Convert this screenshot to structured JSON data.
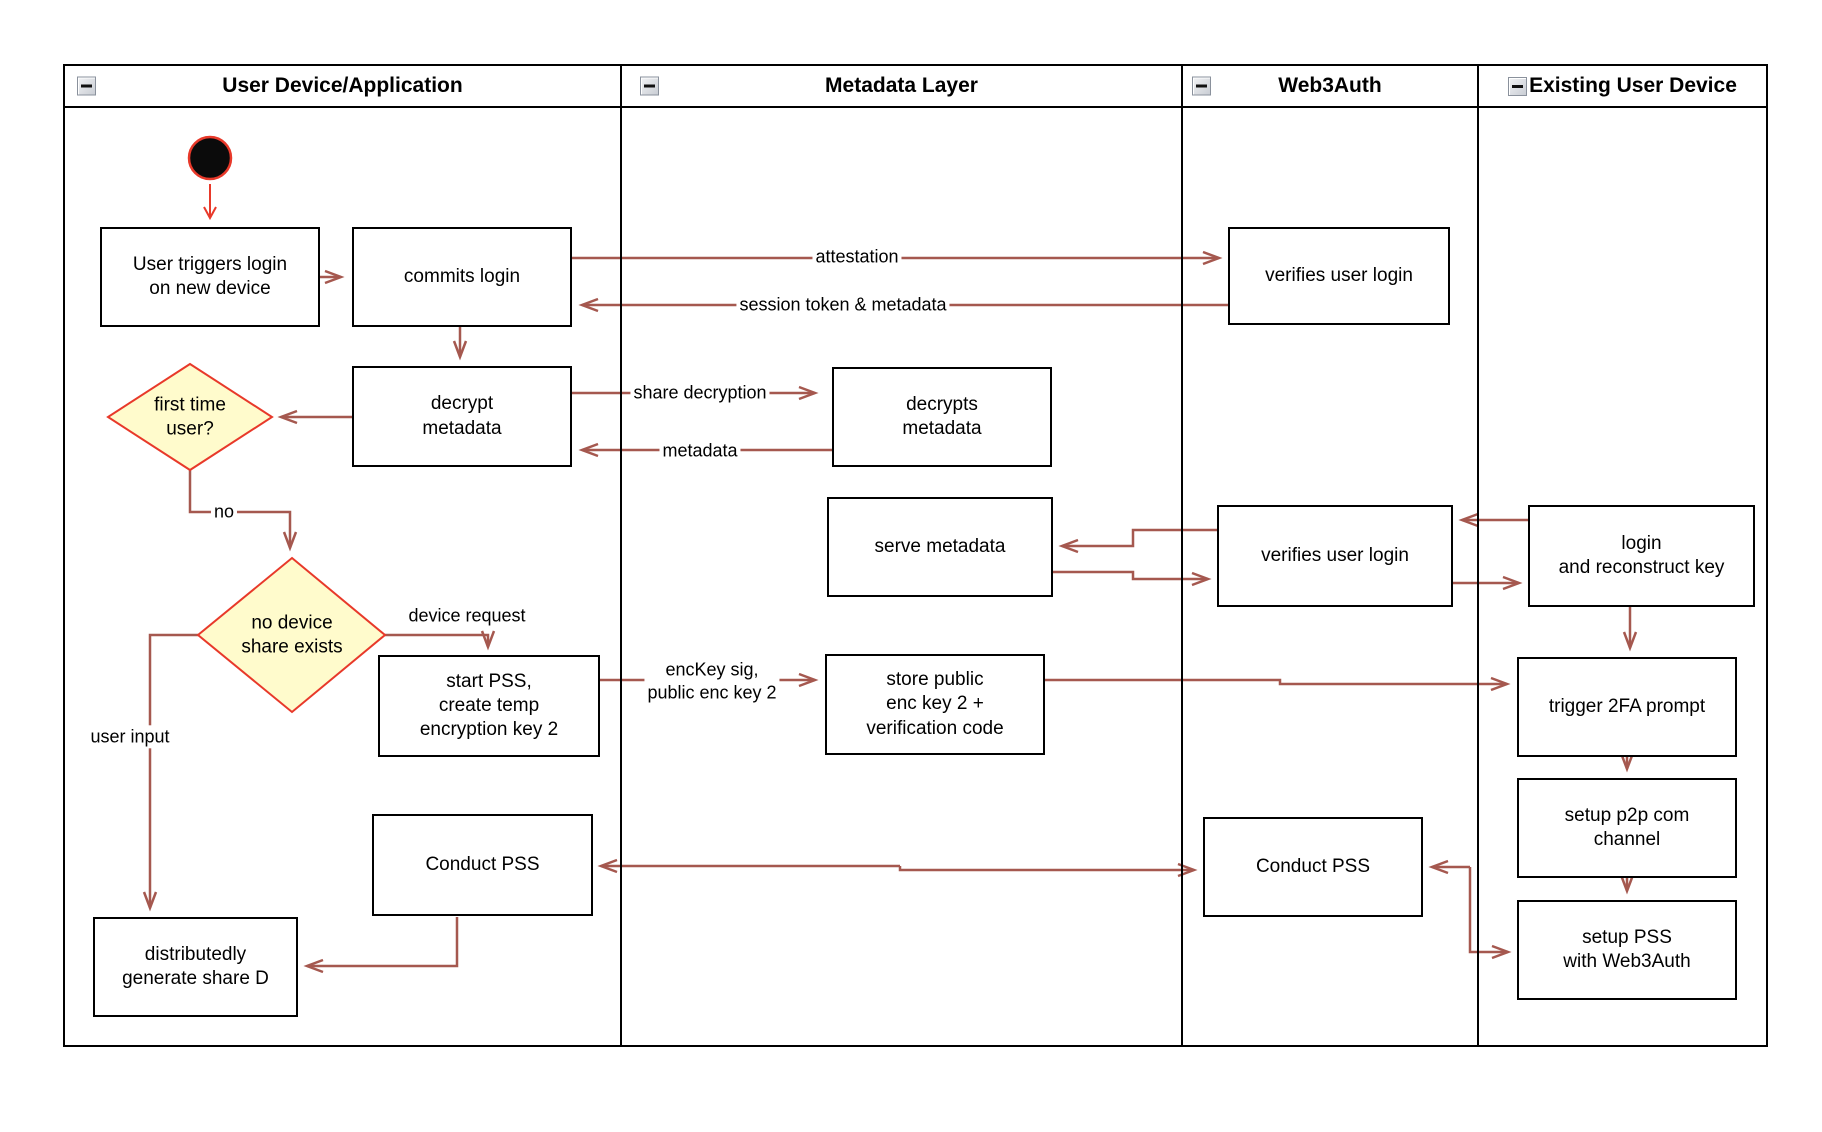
{
  "colors": {
    "arrow": "#a5584f",
    "accent_red": "#e8392a",
    "diamond_fill": "#fffbcc",
    "box_border": "#000000",
    "background": "#ffffff"
  },
  "lanes": [
    {
      "title": "User Device/Application"
    },
    {
      "title": "Metadata Layer"
    },
    {
      "title": "Web3Auth"
    },
    {
      "title": "Existing User Device"
    }
  ],
  "nodes": {
    "user_triggers": "User triggers login\non new device",
    "commits_login": "commits login",
    "decrypt_metadata": "decrypt\nmetadata",
    "first_time": "first time\nuser?",
    "no_device": "no device\nshare exists",
    "start_pss": "start PSS,\ncreate temp\nencryption key 2",
    "conduct_pss_user": "Conduct PSS",
    "dist_gen": "distributedly\ngenerate share D",
    "decrypts_metadata": "decrypts\nmetadata",
    "serve_metadata": "serve metadata",
    "store_public": "store public\nenc key 2 +\nverification code",
    "verifies_top": "verifies user login",
    "verifies_mid": "verifies user login",
    "conduct_pss_web3": "Conduct PSS",
    "login_reconstruct": "login\nand reconstruct key",
    "trigger_2fa": "trigger 2FA prompt",
    "setup_p2p": "setup p2p com\nchannel",
    "setup_pss": "setup PSS\nwith Web3Auth"
  },
  "edge_labels": {
    "attestation": "attestation",
    "session_token": "session token & metadata",
    "share_decryption": "share decryption",
    "metadata": "metadata",
    "no": "no",
    "device_request": "device request",
    "user_input": "user input",
    "enc_key": "encKey sig,\npublic enc key 2"
  }
}
